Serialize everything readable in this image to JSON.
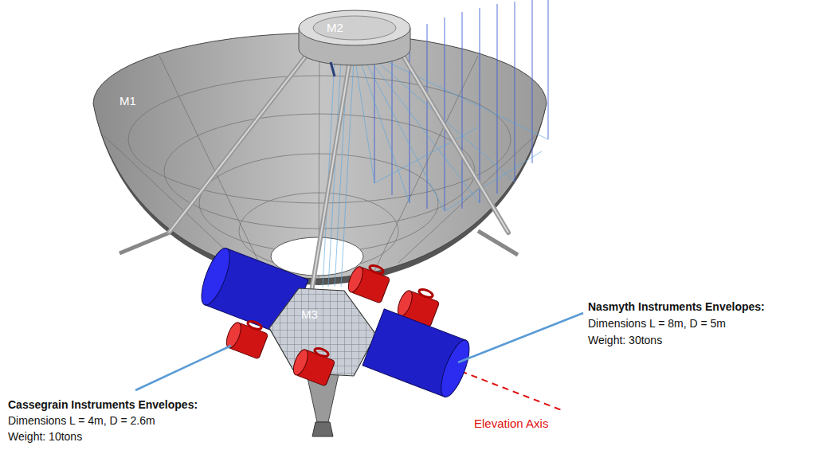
{
  "diagram": {
    "labels": [
      "M1",
      "M2",
      "M3",
      "Nasmyth Instruments Envelopes:",
      "Dimensions L = 8m, D = 5m",
      "Weight: 30tons",
      "Cassegrain Instruments Envelopes:",
      "Dimensions L = 4m, D = 2.6m",
      "Weight: 10tons",
      "Elevation Axis"
    ]
  }
}
